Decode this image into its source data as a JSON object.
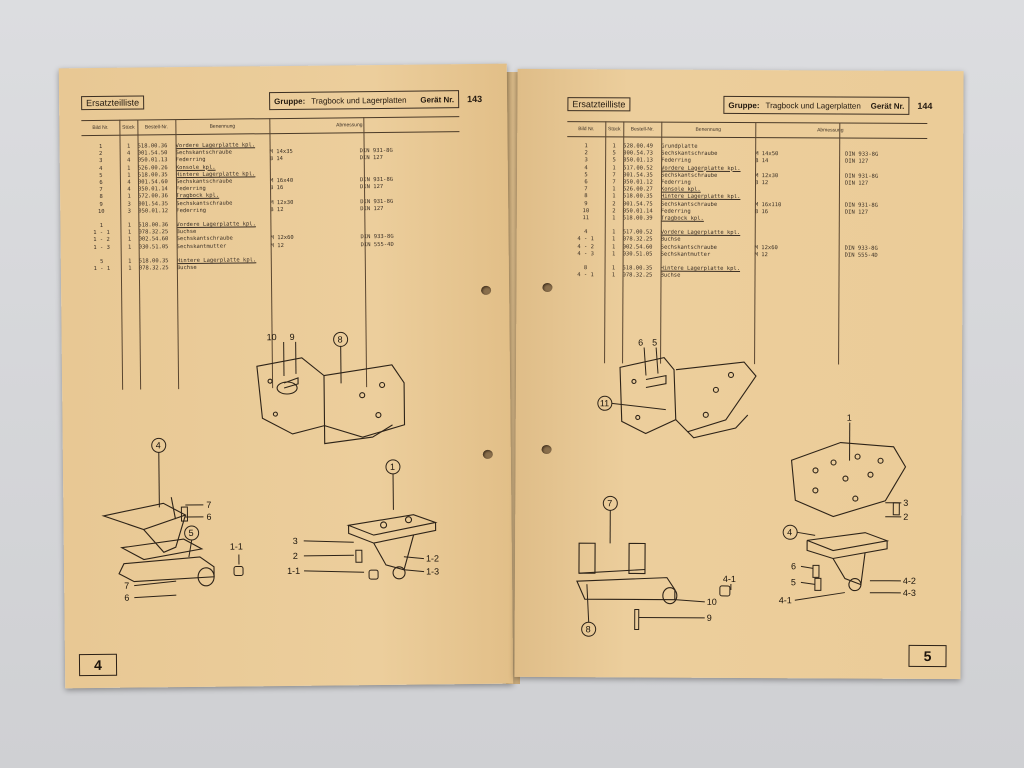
{
  "left": {
    "title": "Ersatzteilliste",
    "group_label": "Gruppe:",
    "group_value": "Tragbock und Lagerplatten",
    "device_label": "Gerät Nr.",
    "device_number": "143",
    "headers": [
      "Bild Nr.",
      "Stück",
      "Bestell-Nr.",
      "Benennung",
      "Abmessung"
    ],
    "rows": [
      [
        "1",
        "1",
        "518.00.36",
        "Vordere Lagerplatte kpl.",
        "",
        ""
      ],
      [
        "2",
        "4",
        "001.54.50",
        "Sechskantschraube",
        "M  14x35",
        "DIN 931-8G"
      ],
      [
        "3",
        "4",
        "050.01.13",
        "Federring",
        "B  14",
        "DIN 127"
      ],
      [
        "4",
        "1",
        "526.00.26",
        "Konsole kpl.",
        "",
        ""
      ],
      [
        "5",
        "1",
        "518.00.35",
        "Hintere Lagerplatte kpl.",
        "",
        ""
      ],
      [
        "6",
        "4",
        "001.54.60",
        "Sechskantschraube",
        "M  16x40",
        "DIN 931-8G"
      ],
      [
        "7",
        "4",
        "050.01.14",
        "Federring",
        "B  16",
        "DIN 127"
      ],
      [
        "8",
        "1",
        "572.00.36",
        "Tragbock kpl.",
        "",
        ""
      ],
      [
        "9",
        "3",
        "001.54.35",
        "Sechskantschraube",
        "M  12x30",
        "DIN 931-8G"
      ],
      [
        "10",
        "3",
        "050.01.12",
        "Federring",
        "B  12",
        "DIN 127"
      ],
      [
        "",
        "",
        "",
        "",
        "",
        ""
      ],
      [
        "1",
        "1",
        "518.00.36",
        "Vordere Lagerplatte kpl.",
        "",
        ""
      ],
      [
        "1 - 1",
        "1",
        "078.32.25",
        "Buchse",
        "",
        ""
      ],
      [
        "1 - 2",
        "1",
        "002.54.60",
        "Sechskantschraube",
        "M  12x60",
        "DIN 933-8G"
      ],
      [
        "1 - 3",
        "1",
        "030.51.05",
        "Sechskantmutter",
        "M  12",
        "DIN 555-4D"
      ],
      [
        "",
        "",
        "",
        "",
        "",
        ""
      ],
      [
        "5",
        "1",
        "518.00.35",
        "Hintere Lagerplatte kpl.",
        "",
        ""
      ],
      [
        "1 - 1",
        "1",
        "078.32.25",
        "Buchse",
        "",
        ""
      ]
    ],
    "callouts": [
      "10",
      "9",
      "8",
      "4",
      "7",
      "6",
      "5",
      "1-1",
      "7",
      "6",
      "1",
      "3",
      "2",
      "1-1",
      "1-2",
      "1-3"
    ],
    "page_number": "4"
  },
  "right": {
    "title": "Ersatzteilliste",
    "group_label": "Gruppe:",
    "group_value": "Tragbock und Lagerplatten",
    "device_label": "Gerät Nr.",
    "device_number": "144",
    "headers": [
      "Bild Nr.",
      "Stück",
      "Bestell-Nr.",
      "Benennung",
      "Abmessung"
    ],
    "rows": [
      [
        "1",
        "1",
        "528.00.49",
        "Grundplatte",
        "",
        ""
      ],
      [
        "2",
        "5",
        "000.54.73",
        "Sechskantschraube",
        "M  14x50",
        "DIN 933-8G"
      ],
      [
        "3",
        "5",
        "050.01.13",
        "Federring",
        "B  14",
        "DIN 127"
      ],
      [
        "4",
        "1",
        "517.00.52",
        "Vordere Lagerplatte kpl.",
        "",
        ""
      ],
      [
        "5",
        "7",
        "001.54.35",
        "Sechskantschraube",
        "M  12x30",
        "DIN 931-8G"
      ],
      [
        "6",
        "7",
        "050.01.12",
        "Federring",
        "B  12",
        "DIN 127"
      ],
      [
        "7",
        "1",
        "526.00.27",
        "Konsole kpl.",
        "",
        ""
      ],
      [
        "8",
        "1",
        "518.00.35",
        "Hintere Lagerplatte kpl.",
        "",
        ""
      ],
      [
        "9",
        "2",
        "001.54.75",
        "Sechskantschraube",
        "M  16x110",
        "DIN 931-8G"
      ],
      [
        "10",
        "2",
        "050.01.14",
        "Federring",
        "B  16",
        "DIN 127"
      ],
      [
        "11",
        "1",
        "518.00.39",
        "Tragbock kpl.",
        "",
        ""
      ],
      [
        "",
        "",
        "",
        "",
        "",
        ""
      ],
      [
        "4",
        "1",
        "517.00.52",
        "Vordere Lagerplatte kpl.",
        "",
        ""
      ],
      [
        "4 - 1",
        "1",
        "078.32.25",
        "Buchse",
        "",
        ""
      ],
      [
        "4 - 2",
        "1",
        "002.54.60",
        "Sechskantschraube",
        "M  12x60",
        "DIN 933-8G"
      ],
      [
        "4 - 3",
        "1",
        "030.51.05",
        "Sechskantmutter",
        "M  12",
        "DIN 555-4D"
      ],
      [
        "",
        "",
        "",
        "",
        "",
        ""
      ],
      [
        "8",
        "1",
        "518.00.35",
        "Hintere Lagerplatte kpl.",
        "",
        ""
      ],
      [
        "4 - 1",
        "1",
        "078.32.25",
        "Buchse",
        "",
        ""
      ]
    ],
    "callouts": [
      "6",
      "5",
      "11",
      "1",
      "7",
      "3",
      "2",
      "4",
      "6",
      "5",
      "4-1",
      "4-2",
      "4-3",
      "4-1",
      "10",
      "9",
      "8"
    ],
    "page_number": "5"
  },
  "underlined_terms": [
    "Vordere Lagerplatte kpl.",
    "Konsole kpl.",
    "Hintere Lagerplatte kpl.",
    "Tragbock kpl."
  ]
}
